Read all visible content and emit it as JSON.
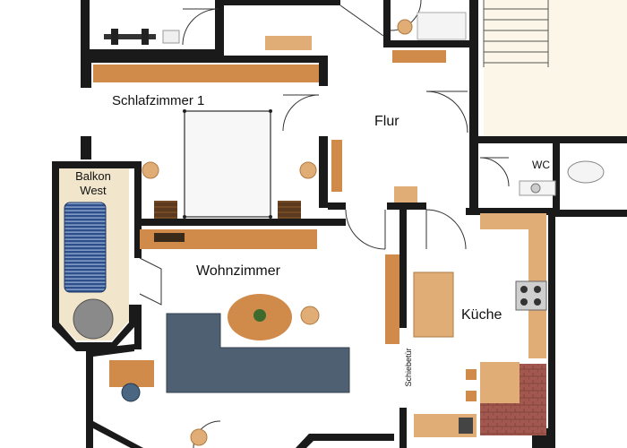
{
  "floor_plan": {
    "rooms": {
      "schlafzimmer": "Schlafzimmer 1",
      "flur": "Flur",
      "balkon_line1": "Balkon",
      "balkon_line2": "West",
      "wc": "WC",
      "wohnzimmer": "Wohnzimmer",
      "kueche": "Küche"
    },
    "door_labels": {
      "schiebetuer": "Schiebetür"
    },
    "colors": {
      "wall": "#1a1a1a",
      "floor": "#ffffff",
      "stairwell": "#fbf6e8",
      "balcony_floor": "#f1e6cc",
      "wood": "#d08a4a",
      "wood_light": "#e0ad76",
      "sofa": "#4f6072",
      "kitchen_brick": "#a2584f",
      "sunbed": "#2d4f8c"
    }
  }
}
